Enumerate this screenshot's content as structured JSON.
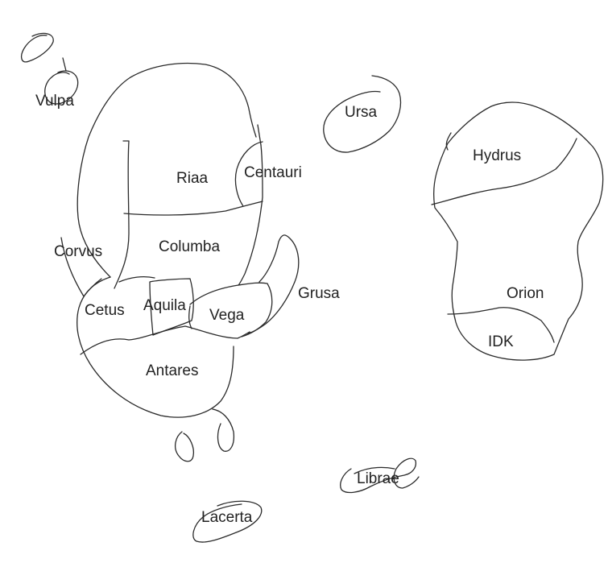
{
  "regions": [
    {
      "key": "vulpa",
      "label": "Vulpa"
    },
    {
      "key": "ursa",
      "label": "Ursa"
    },
    {
      "key": "hydrus",
      "label": "Hydrus"
    },
    {
      "key": "riaa",
      "label": "Riaa"
    },
    {
      "key": "centauri",
      "label": "Centauri"
    },
    {
      "key": "columba",
      "label": "Columba"
    },
    {
      "key": "corvus",
      "label": "Corvus"
    },
    {
      "key": "cetus",
      "label": "Cetus"
    },
    {
      "key": "aquila",
      "label": "Aquila"
    },
    {
      "key": "vega",
      "label": "Vega"
    },
    {
      "key": "grusa",
      "label": "Grusa"
    },
    {
      "key": "orion",
      "label": "Orion"
    },
    {
      "key": "idk",
      "label": "IDK"
    },
    {
      "key": "antares",
      "label": "Antares"
    },
    {
      "key": "librae",
      "label": "Librae"
    },
    {
      "key": "lacerta",
      "label": "Lacerta"
    }
  ]
}
